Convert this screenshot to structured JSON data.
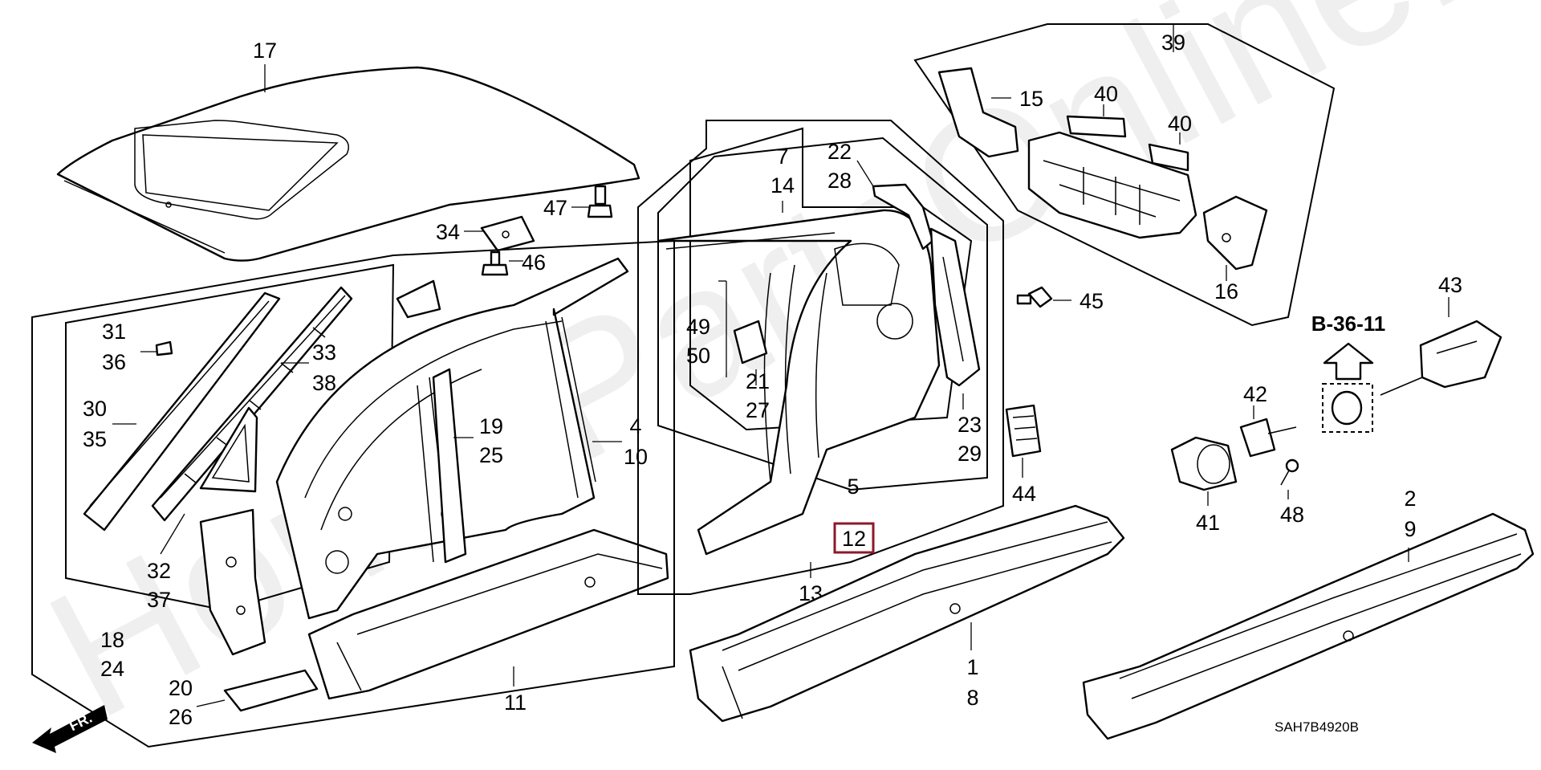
{
  "diagram": {
    "watermark": "HondaPartsOnline.ru",
    "diagram_code": "SAH7B4920B",
    "reference_page": "B-36-11",
    "front_indicator": "FR.",
    "highlight_color": "#8b1a2a",
    "callouts": {
      "c17": "17",
      "c47": "47",
      "c34": "34",
      "c46": "46",
      "c31": "31",
      "c36": "36",
      "c33": "33",
      "c38": "38",
      "c30": "30",
      "c35": "35",
      "c32": "32",
      "c37": "37",
      "c18": "18",
      "c24": "24",
      "c20": "20",
      "c26": "26",
      "c19": "19",
      "c25": "25",
      "c4": "4",
      "c10": "10",
      "c11": "11",
      "c7": "7",
      "c14": "14",
      "c22": "22",
      "c28": "28",
      "c49": "49",
      "c50": "50",
      "c21": "21",
      "c27": "27",
      "c23": "23",
      "c29": "29",
      "c5": "5",
      "c12": "12",
      "c13": "13",
      "c39": "39",
      "c15": "15",
      "c40a": "40",
      "c40b": "40",
      "c16": "16",
      "c45": "45",
      "c44": "44",
      "c43": "43",
      "c42": "42",
      "c41": "41",
      "c48": "48",
      "c1": "1",
      "c8": "8",
      "c2": "2",
      "c9": "9"
    }
  }
}
